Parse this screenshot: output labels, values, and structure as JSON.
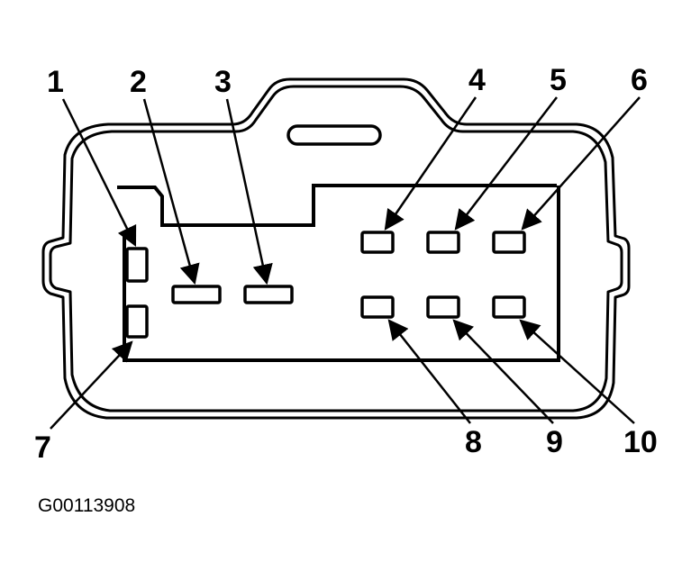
{
  "diagram": {
    "figure_id": "G00113908",
    "pins": [
      {
        "label": "1"
      },
      {
        "label": "2"
      },
      {
        "label": "3"
      },
      {
        "label": "4"
      },
      {
        "label": "5"
      },
      {
        "label": "6"
      },
      {
        "label": "7"
      },
      {
        "label": "8"
      },
      {
        "label": "9"
      },
      {
        "label": "10"
      }
    ]
  }
}
